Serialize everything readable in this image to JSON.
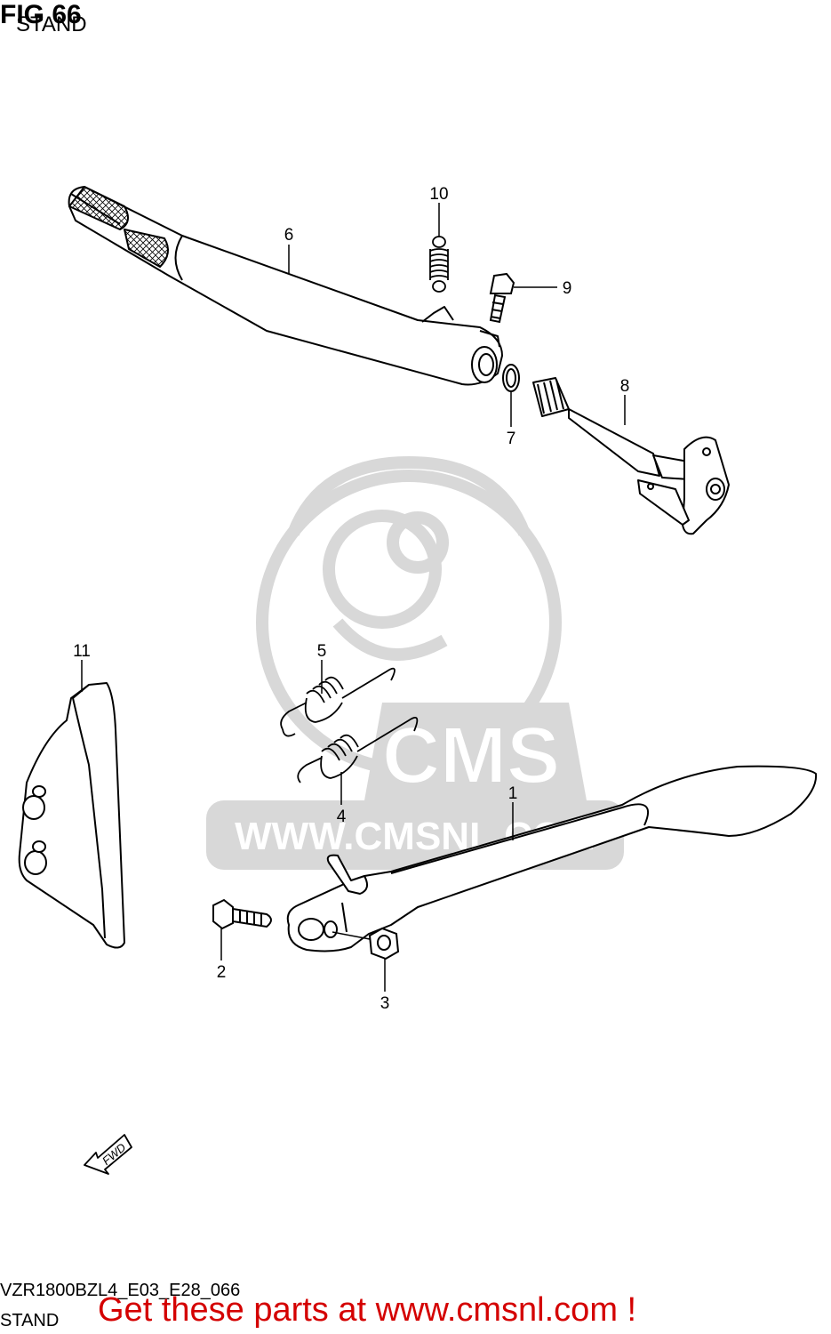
{
  "header": {
    "fig_label": "FIG 66",
    "subtitle": "STAND"
  },
  "callouts": {
    "p1": "1",
    "p2": "2",
    "p3": "3",
    "p4": "4",
    "p5": "5",
    "p6": "6",
    "p7": "7",
    "p8": "8",
    "p9": "9",
    "p10": "10",
    "p11": "11"
  },
  "direction_marker": "FWD",
  "watermark": {
    "brand": "CMS",
    "url": "WWW.CMSNL.COM"
  },
  "footer": {
    "model_code": "VZR1800BZL4_E03_E28_066",
    "section_name": "STAND",
    "cta": "Get these parts at www.cmsnl.com !"
  },
  "colors": {
    "line": "#000000",
    "watermark": "#d8d8d8",
    "cta": "#d40000"
  }
}
